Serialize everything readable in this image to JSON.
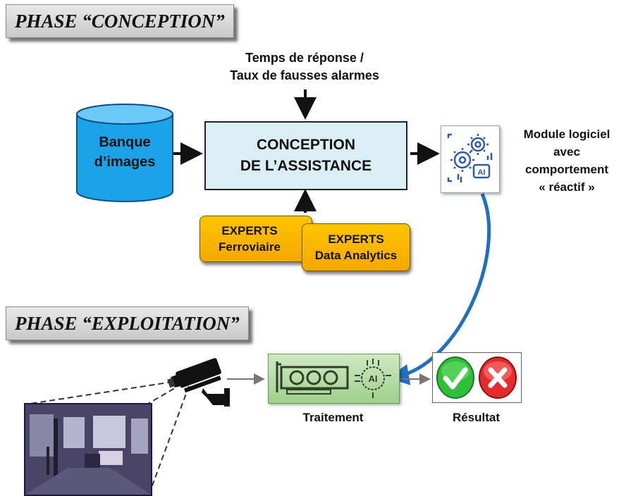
{
  "phases": {
    "conception": "PHASE “CONCEPTION”",
    "exploitation": "PHASE “EXPLOITATION”"
  },
  "inputs": {
    "temps_line1": "Temps de réponse /",
    "temps_line2": "Taux de fausses alarmes"
  },
  "database": {
    "line1": "Banque",
    "line2": "d’images",
    "color": "#1aa3e8"
  },
  "conception_box": {
    "line1": "CONCEPTION",
    "line2": "DE L’ASSISTANCE",
    "fill": "#dbeef5"
  },
  "experts": [
    {
      "line1": "EXPERTS",
      "line2": "Ferroviaire"
    },
    {
      "line1": "EXPERTS",
      "line2": "Data Analytics"
    }
  ],
  "module": {
    "line1": "Module logiciel",
    "line2": "avec",
    "line3": "comportement",
    "line4": "« réactif »",
    "icon": "gear-ai-icon"
  },
  "exploitation": {
    "camera_icon": "security-camera-icon",
    "gpu_icon": "gpu-card-icon",
    "ai_chip_icon": "ai-chip-icon",
    "traitement_label": "Traitement",
    "resultat_label": "Résultat",
    "ok_icon": "green-check-icon",
    "ko_icon": "red-cross-icon",
    "ai_text": "AI"
  },
  "colors": {
    "expert_fill": "#ffc400",
    "gpu_fill": "#a8d596",
    "curve_arrow": "#1f6fc4",
    "check": "#2fbf3a",
    "cross": "#e52b2b"
  }
}
